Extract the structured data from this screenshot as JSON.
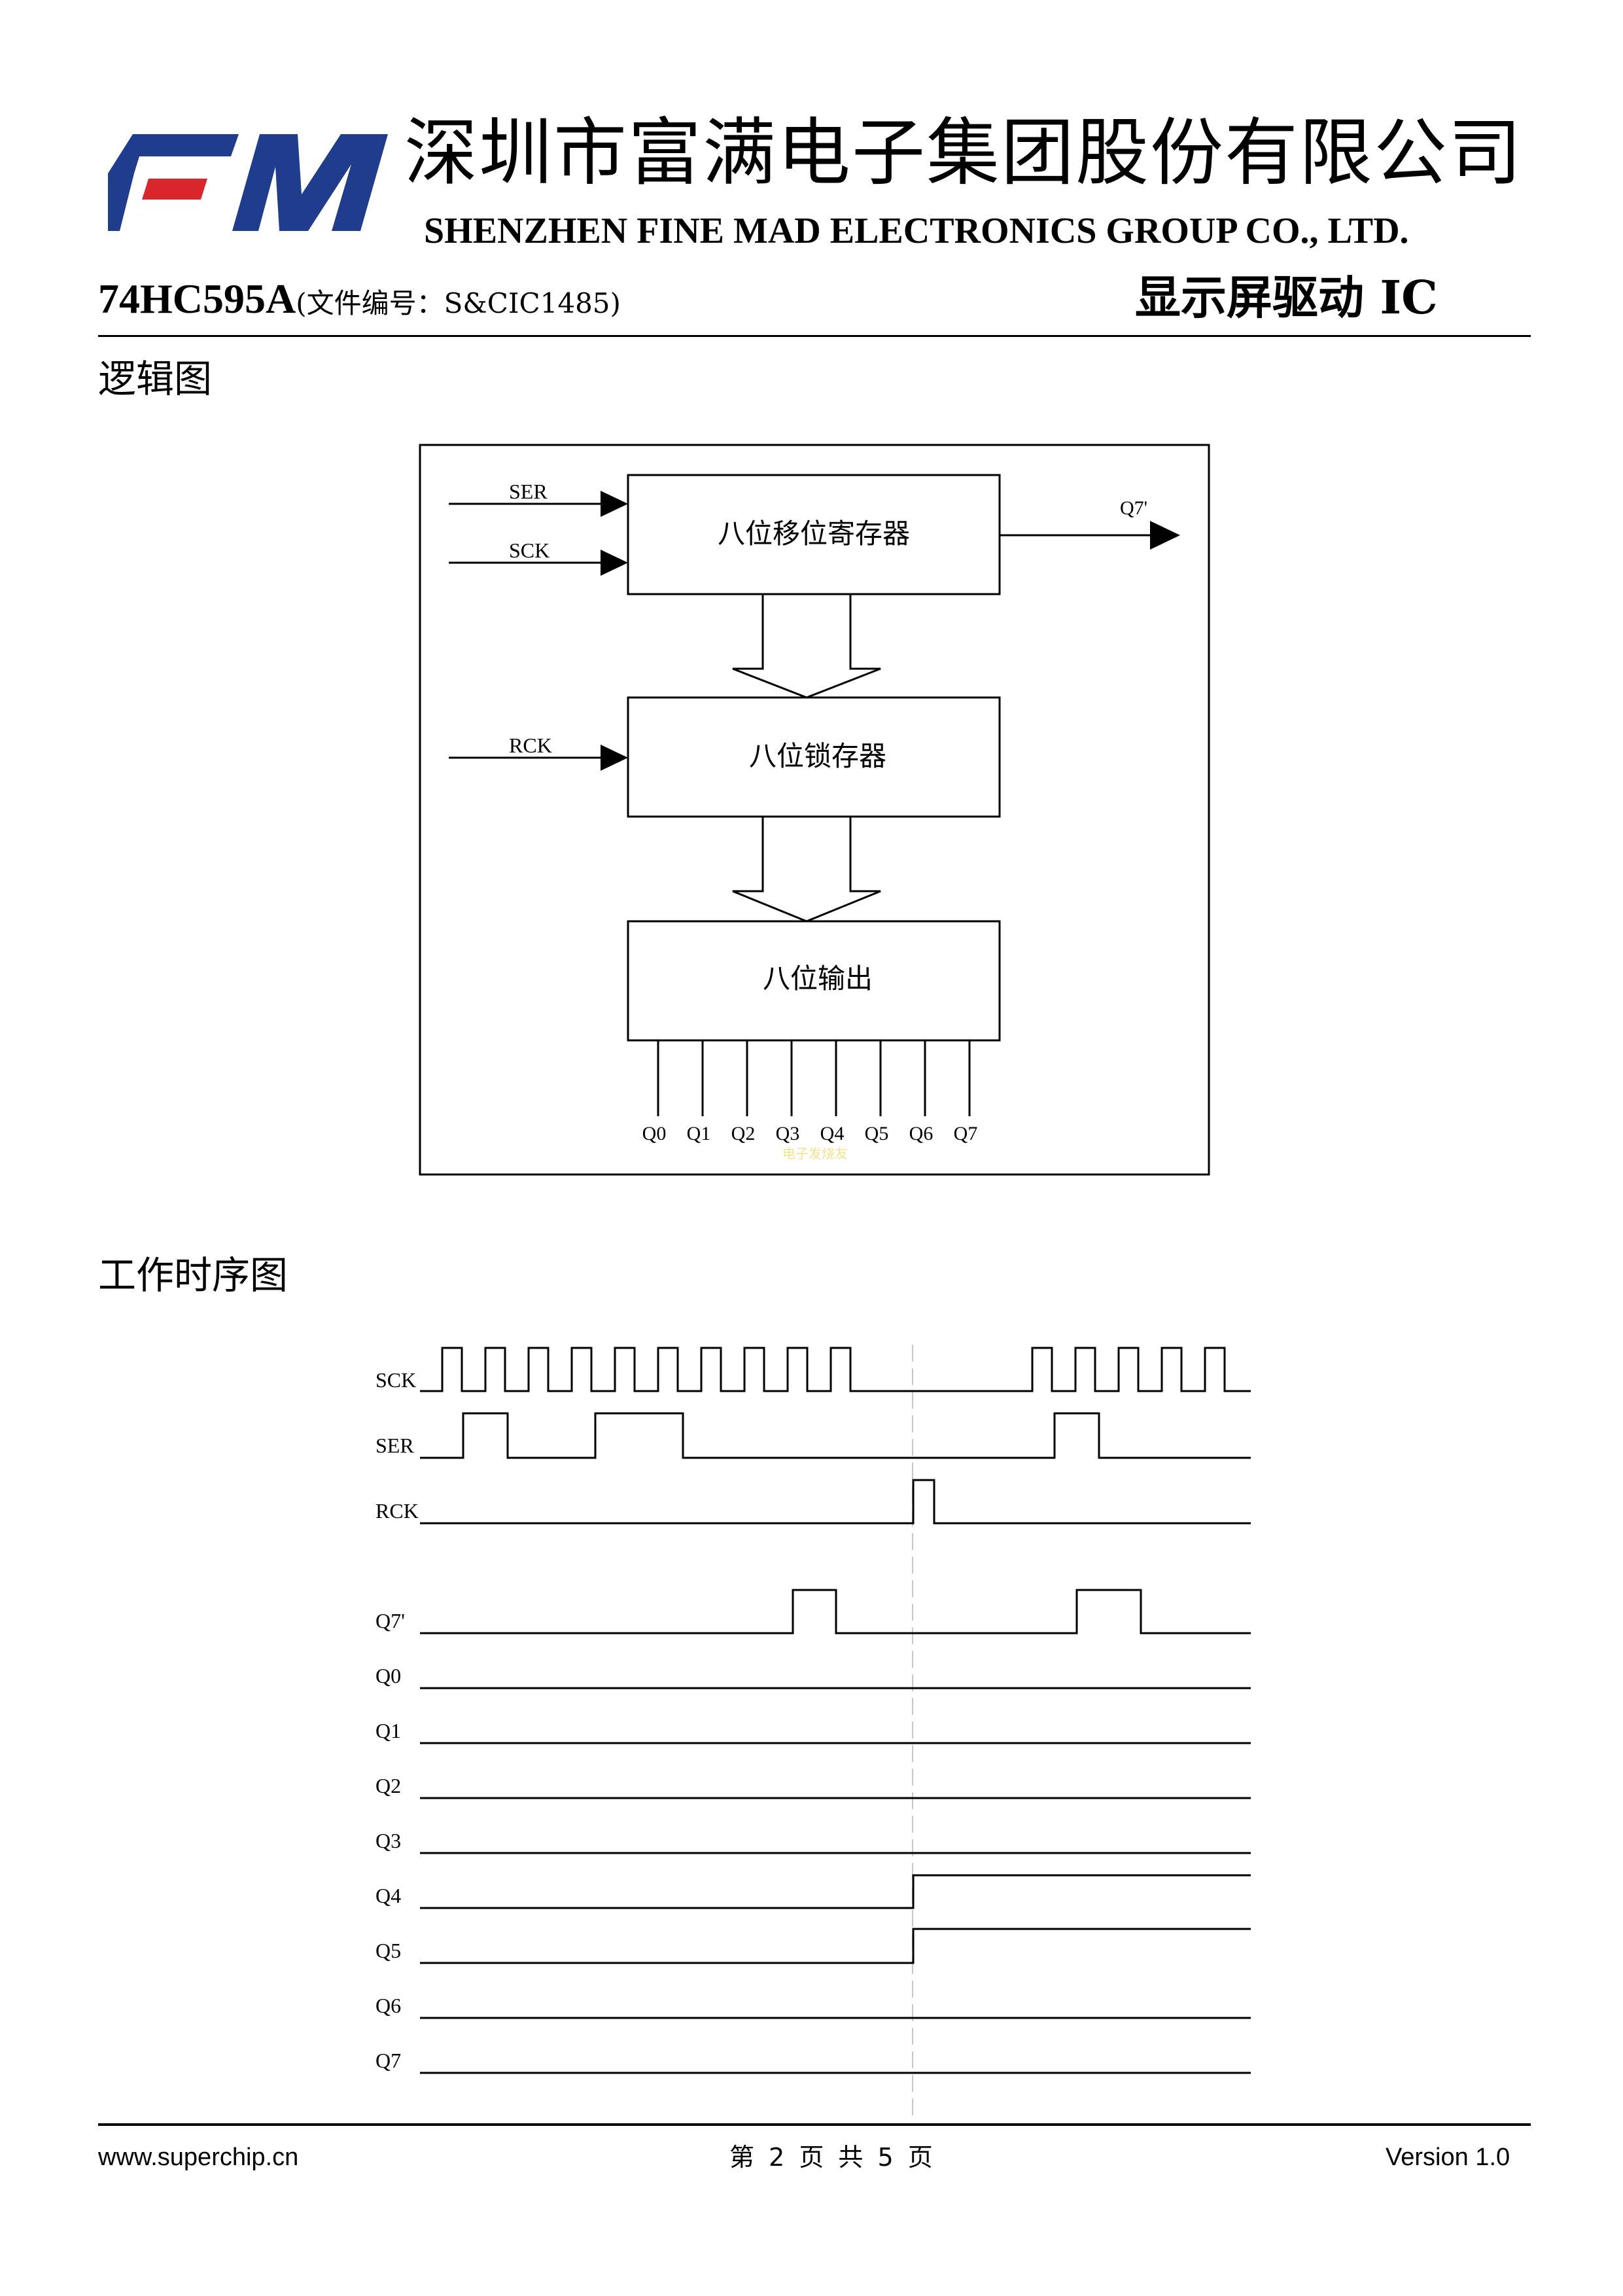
{
  "header": {
    "logo_text": "FM",
    "company_cn": "深圳市富满电子集团股份有限公司",
    "company_en": "SHENZHEN FINE MAD ELECTRONICS GROUP CO., LTD.",
    "part_number": "74HC595A",
    "doc_number": "(文件编号：S&CIC1485)",
    "doc_title": "显示屏驱动 IC"
  },
  "sections": {
    "logic_title": "逻辑图",
    "timing_title": "工作时序图"
  },
  "logic_diagram": {
    "inputs": [
      "SER",
      "SCK",
      "RCK"
    ],
    "serial_output": "Q7'",
    "blocks": [
      "八位移位寄存器",
      "八位锁存器",
      "八位输出"
    ],
    "outputs": [
      "Q0",
      "Q1",
      "Q2",
      "Q3",
      "Q4",
      "Q5",
      "Q6",
      "Q7"
    ],
    "watermark": "电子发烧友"
  },
  "timing_diagram": {
    "signals": [
      "SCK",
      "SER",
      "RCK",
      "Q7'",
      "Q0",
      "Q1",
      "Q2",
      "Q3",
      "Q4",
      "Q5",
      "Q6",
      "Q7"
    ]
  },
  "footer": {
    "website": "www.superchip.cn",
    "page": "第 2 页 共 5 页",
    "version": "Version 1.0"
  },
  "colors": {
    "logo_blue": "#1f3d8c",
    "logo_red": "#d8262c",
    "watermark": "#f2e38a"
  }
}
